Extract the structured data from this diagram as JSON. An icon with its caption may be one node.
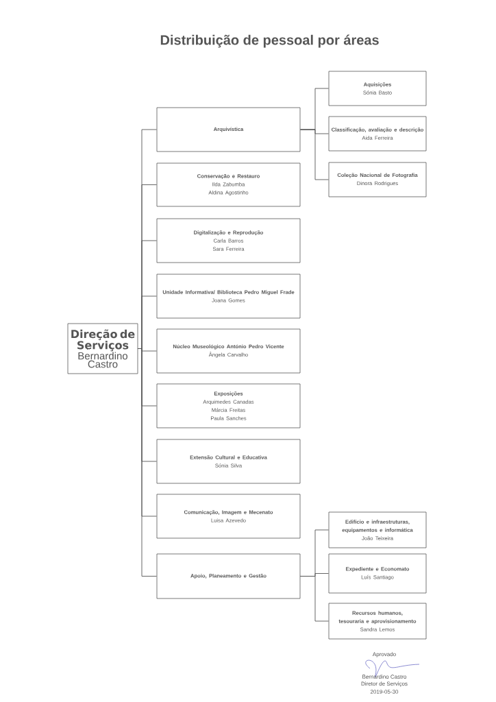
{
  "diagram": {
    "title": "Distribuição de pessoal por áreas",
    "nodes": [
      {
        "text": [
          "Direção de Serviços",
          "Bernardino Castro"
        ]
      },
      {
        "text": [
          "Arquivística"
        ]
      },
      {
        "text": [
          "Aquisições",
          "Sónia Basto"
        ]
      },
      {
        "text": [
          "Classificação, avaliação e descrição",
          "Aida Ferreira"
        ]
      },
      {
        "text": [
          "Coleção Nacional de Fotografia",
          "Dinora Rodrigues"
        ]
      },
      {
        "text": [
          "Conservação e Restauro",
          "Ilda Zabumba",
          "Aldina Agostinho"
        ]
      },
      {
        "text": [
          "Digitalização e Reprodução",
          "Carla Barros",
          "Sara Ferreira"
        ]
      },
      {
        "text": [
          "Unidade Informativa/ Biblioteca Pedro Miguel Frade",
          "Joana Gomes"
        ]
      },
      {
        "text": [
          "Núcleo Museológico António Pedro Vicente",
          "Ângela Carvalho"
        ]
      },
      {
        "text": [
          "Exposições",
          "Arquimedes Canadas",
          "Márcia Freitas",
          "Paula Sanches"
        ]
      },
      {
        "text": [
          "Extensão Cultural e Educativa",
          "Sónia Silva"
        ]
      },
      {
        "text": [
          "Comunicação, Imagem e Mecenato",
          "Luisa Azevedo"
        ]
      },
      {
        "text": [
          "Apoio, Planeamento e Gestão"
        ]
      },
      {
        "text": [
          "Edifício e infraestruturas, equipamentos e informática",
          "João Teixeira"
        ]
      },
      {
        "text": [
          "Expediente e Economato",
          "Luís Santiago"
        ]
      },
      {
        "text": [
          "Recursos humanos, tesouraria e aprovisionamento",
          "Sandra Lemos"
        ]
      }
    ],
    "edges": [
      {
        "from": 0,
        "to": 1,
        "arrow": "none"
      },
      {
        "from": 1,
        "to": 2,
        "arrow": "none"
      },
      {
        "from": 1,
        "to": 3,
        "arrow": "none"
      },
      {
        "from": 1,
        "to": 4,
        "arrow": "none"
      },
      {
        "from": 0,
        "to": 5,
        "arrow": "none"
      },
      {
        "from": 0,
        "to": 6,
        "arrow": "none"
      },
      {
        "from": 0,
        "to": 7,
        "arrow": "none"
      },
      {
        "from": 0,
        "to": 8,
        "arrow": "none"
      },
      {
        "from": 0,
        "to": 9,
        "arrow": "none"
      },
      {
        "from": 0,
        "to": 10,
        "arrow": "none"
      },
      {
        "from": 0,
        "to": 11,
        "arrow": "none"
      },
      {
        "from": 0,
        "to": 12,
        "arrow": "none"
      },
      {
        "from": 12,
        "to": 13,
        "arrow": "none"
      },
      {
        "from": 12,
        "to": 14,
        "arrow": "none"
      },
      {
        "from": 12,
        "to": 15,
        "arrow": "none"
      }
    ],
    "labels": [
      "Aprovado",
      "Bernardino Castro",
      "Diretor de Serviços",
      "2019-05-30"
    ]
  }
}
